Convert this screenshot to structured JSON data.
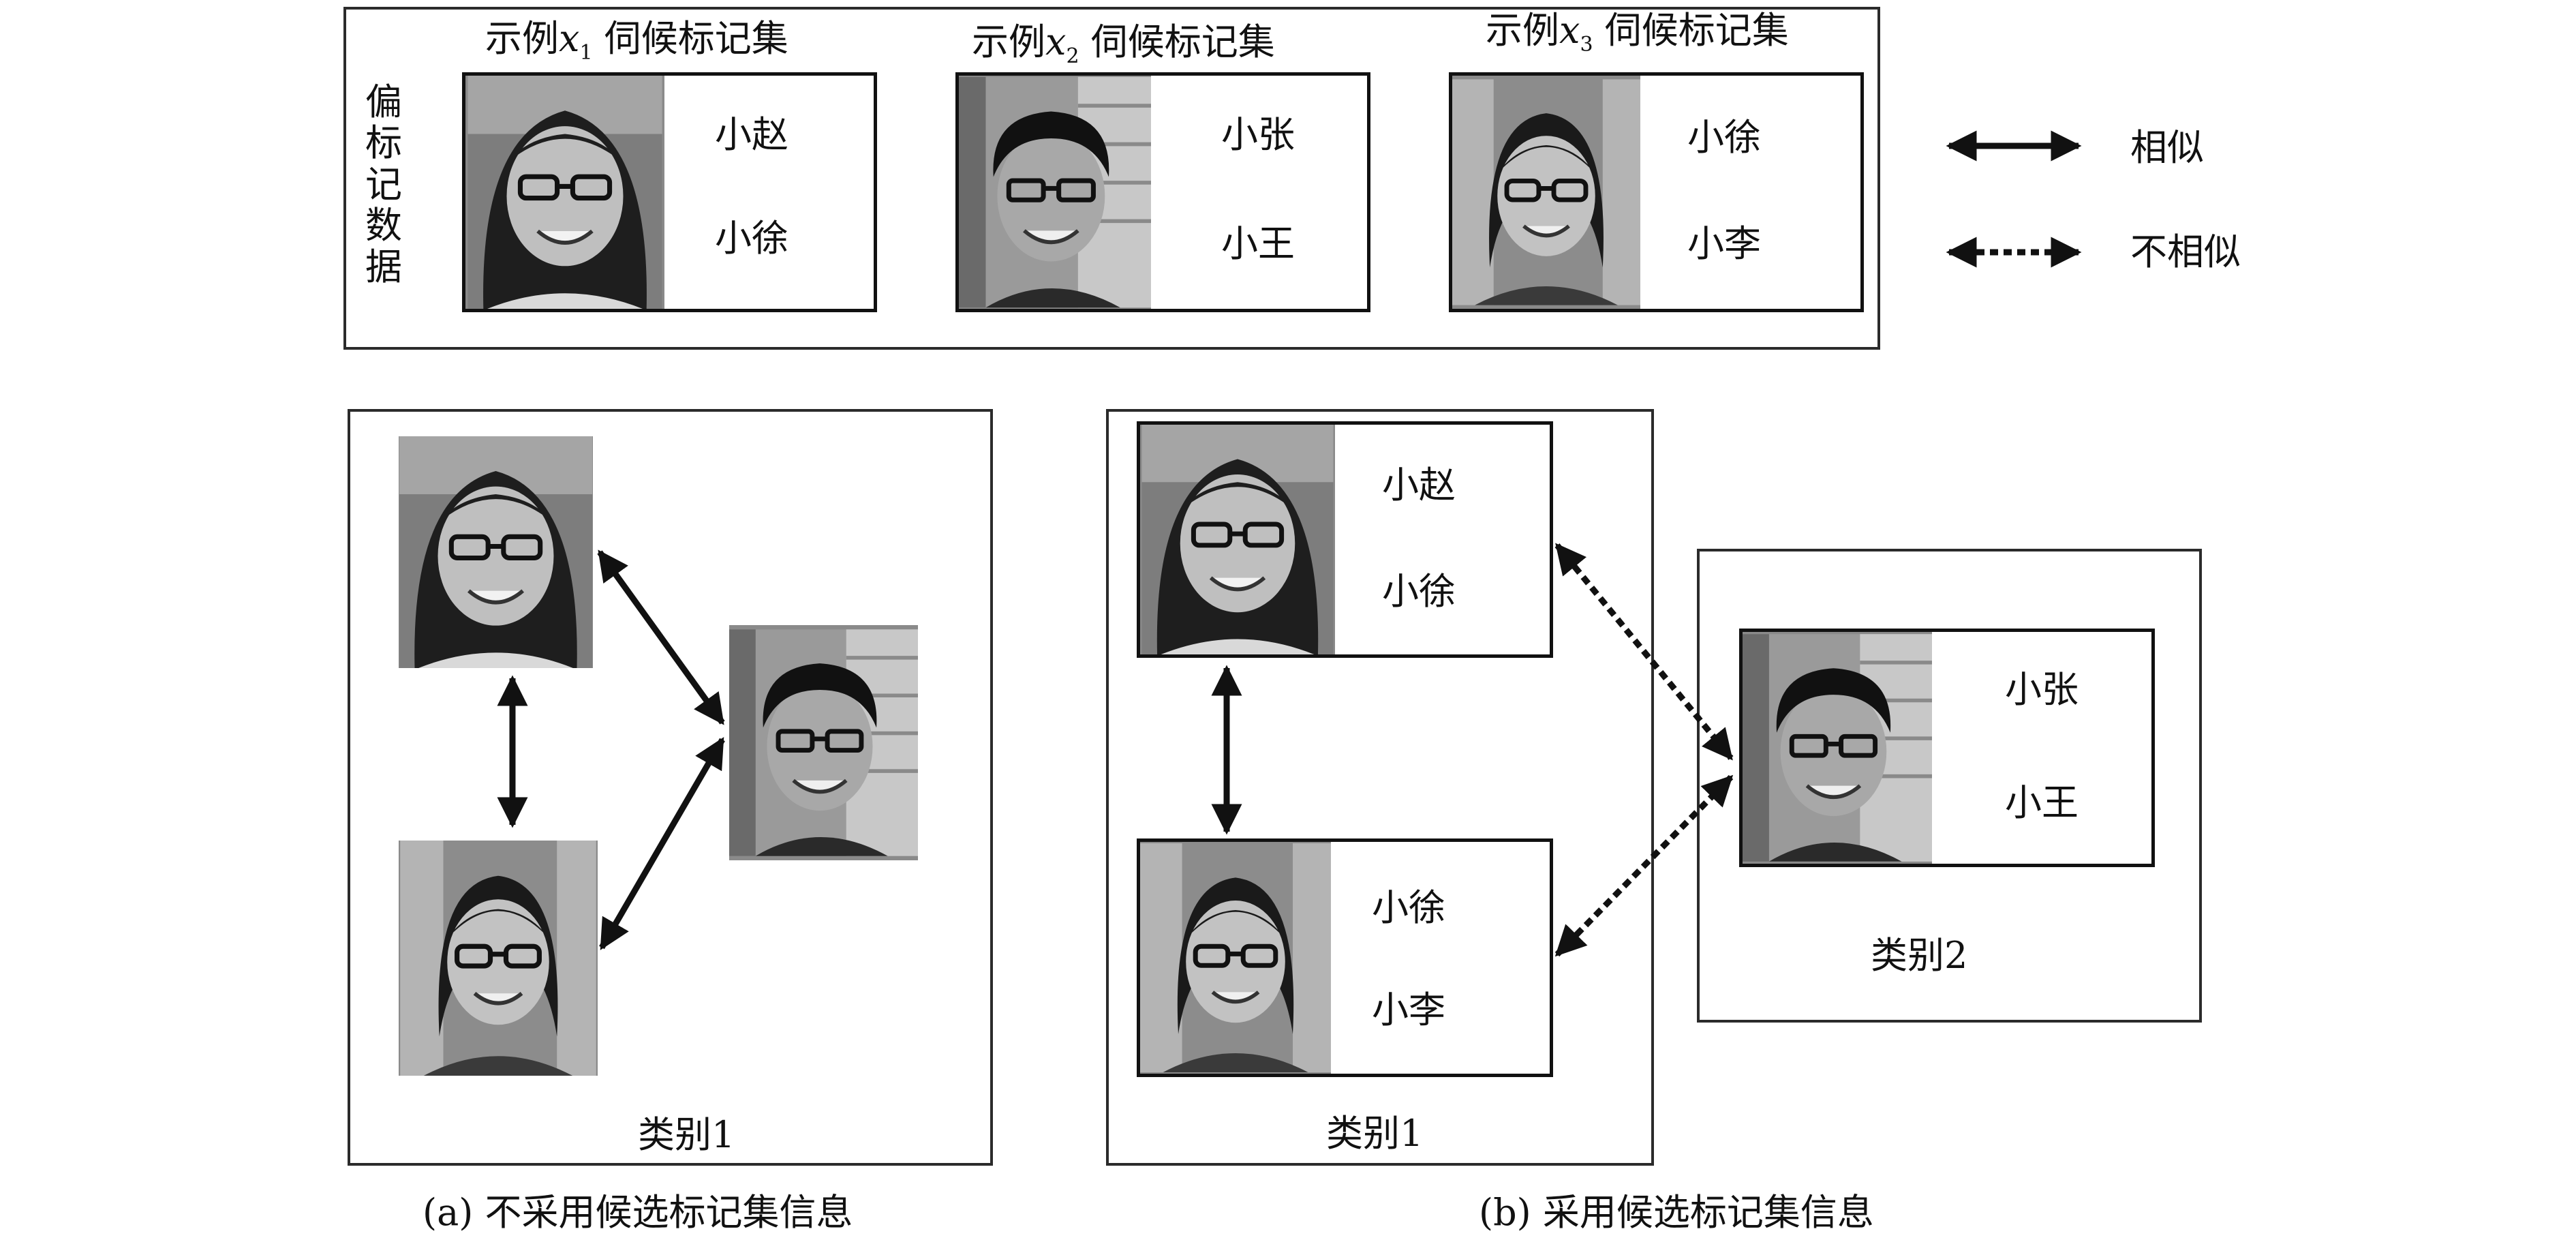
{
  "top": {
    "side_label_chars": [
      "偏",
      "标",
      "记",
      "数",
      "据"
    ],
    "instances": [
      {
        "title_prefix": "示例",
        "var": "x",
        "sub": "1",
        "title_suffix": " 伺候标记集",
        "labels": [
          "小赵",
          "小徐"
        ]
      },
      {
        "title_prefix": "示例",
        "var": "x",
        "sub": "2",
        "title_suffix": " 伺候标记集",
        "labels": [
          "小张",
          "小王"
        ]
      },
      {
        "title_prefix": "示例",
        "var": "x",
        "sub": "3",
        "title_suffix": " 伺候标记集",
        "labels": [
          "小徐",
          "小李"
        ]
      }
    ]
  },
  "legend": {
    "similar": "相似",
    "dissimilar": "不相似"
  },
  "panel_a": {
    "class_label": "类别1",
    "caption": "(a) 不采用候选标记集信息"
  },
  "panel_b": {
    "class1_label": "类别1",
    "class2_label": "类别2",
    "caption": "(b) 采用候选标记集信息",
    "card1_labels": [
      "小赵",
      "小徐"
    ],
    "card2_labels": [
      "小徐",
      "小李"
    ],
    "card3_labels": [
      "小张",
      "小王"
    ]
  },
  "colors": {
    "border": "#2b2b2b",
    "arrow": "#111111"
  }
}
